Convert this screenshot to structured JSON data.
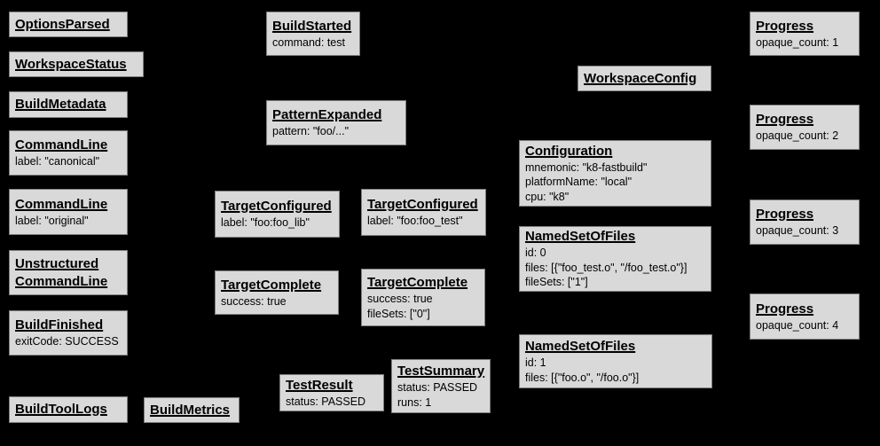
{
  "diagram": {
    "description": "Build Event Protocol event graph",
    "colors": {
      "background": "#000000",
      "node_fill": "#d9d9d9",
      "node_border": "#7f7f7f",
      "node_text": "#000000"
    }
  },
  "nodes": [
    {
      "id": "options-parsed",
      "title": "OptionsParsed",
      "lines": []
    },
    {
      "id": "workspace-status",
      "title": "WorkspaceStatus",
      "lines": []
    },
    {
      "id": "build-metadata",
      "title": "BuildMetadata",
      "lines": []
    },
    {
      "id": "command-line-canonical",
      "title": "CommandLine",
      "lines": [
        "label: \"canonical\""
      ]
    },
    {
      "id": "command-line-original",
      "title": "CommandLine",
      "lines": [
        "label: \"original\""
      ]
    },
    {
      "id": "unstructured-command-line",
      "title": "Unstructured\nCommandLine",
      "lines": []
    },
    {
      "id": "build-finished",
      "title": "BuildFinished",
      "lines": [
        "exitCode: SUCCESS"
      ]
    },
    {
      "id": "build-tool-logs",
      "title": "BuildToolLogs",
      "lines": []
    },
    {
      "id": "build-metrics",
      "title": "BuildMetrics",
      "lines": []
    },
    {
      "id": "build-started",
      "title": "BuildStarted",
      "lines": [
        "command: test"
      ]
    },
    {
      "id": "pattern-expanded",
      "title": "PatternExpanded",
      "lines": [
        "pattern: \"foo/...\""
      ]
    },
    {
      "id": "target-configured-foo-lib",
      "title": "TargetConfigured",
      "lines": [
        "label: \"foo:foo_lib\""
      ]
    },
    {
      "id": "target-configured-foo-test",
      "title": "TargetConfigured",
      "lines": [
        "label: \"foo:foo_test\""
      ]
    },
    {
      "id": "target-complete-foo-lib",
      "title": "TargetComplete",
      "lines": [
        "success: true"
      ]
    },
    {
      "id": "target-complete-foo-test",
      "title": "TargetComplete",
      "lines": [
        "success: true",
        "fileSets: [\"0\"]"
      ]
    },
    {
      "id": "test-result",
      "title": "TestResult",
      "lines": [
        "status: PASSED"
      ]
    },
    {
      "id": "test-summary",
      "title": "TestSummary",
      "lines": [
        "status: PASSED",
        "runs: 1"
      ]
    },
    {
      "id": "workspace-config",
      "title": "WorkspaceConfig",
      "lines": []
    },
    {
      "id": "configuration",
      "title": "Configuration",
      "lines": [
        "mnemonic: \"k8-fastbuild\"",
        "platformName: \"local\"",
        "cpu: \"k8\""
      ]
    },
    {
      "id": "named-set-of-files-0",
      "title": "NamedSetOfFiles",
      "lines": [
        "id: 0",
        "files: [{\"foo_test.o\", \"/foo_test.o\"}]",
        "fileSets: [\"1\"]"
      ]
    },
    {
      "id": "named-set-of-files-1",
      "title": "NamedSetOfFiles",
      "lines": [
        "id: 1",
        "files: [{\"foo.o\", \"/foo.o\"}]"
      ]
    },
    {
      "id": "progress-1",
      "title": "Progress",
      "lines": [
        "opaque_count: 1"
      ]
    },
    {
      "id": "progress-2",
      "title": "Progress",
      "lines": [
        "opaque_count: 2"
      ]
    },
    {
      "id": "progress-3",
      "title": "Progress",
      "lines": [
        "opaque_count: 3"
      ]
    },
    {
      "id": "progress-4",
      "title": "Progress",
      "lines": [
        "opaque_count: 4"
      ]
    }
  ]
}
